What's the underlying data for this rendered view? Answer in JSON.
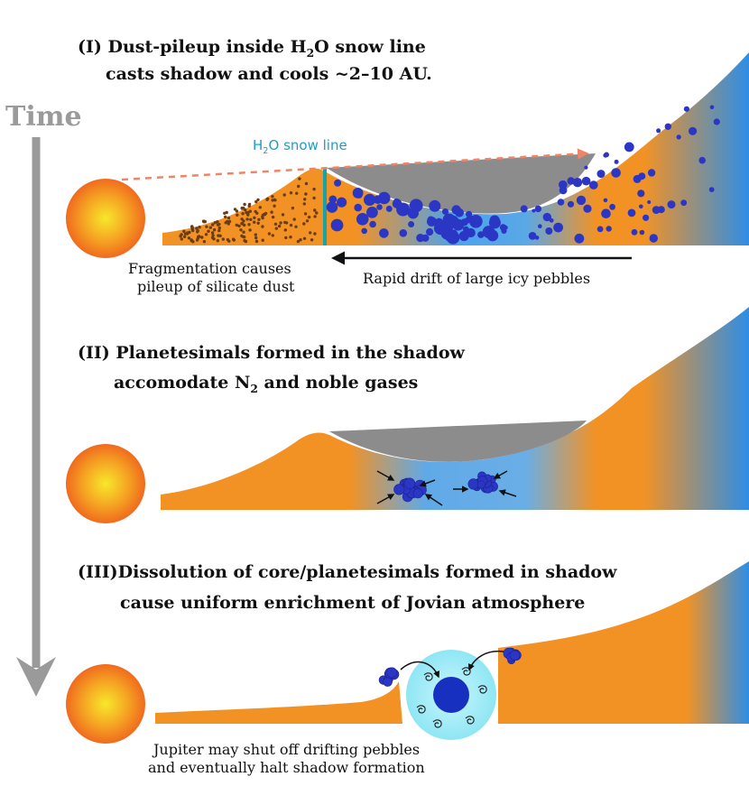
{
  "colors": {
    "disk_orange": "#f39224",
    "disk_blue": "#2d8ee6",
    "shadow_gray": "#8c8c8c",
    "pebble_blue": "#2b36c4",
    "dust_brown": "#6b3d12",
    "snow_line_teal": "#14a3a8",
    "snow_label": "#1aa0c8",
    "ray_salmon": "#f08466",
    "time_gray": "#9a9a9a",
    "gap_cyan": "#9eeaf5",
    "sun_center": "#f7e82a",
    "sun_edge": "#f06a1e"
  },
  "time": {
    "label": "Time"
  },
  "panel1": {
    "number": "(I)",
    "title_pre": "Dust-pileup inside H",
    "title_sub": "2",
    "title_post": "O snow line",
    "title_line2": "casts shadow and cools ~2–10 AU.",
    "snow_pre": "H",
    "snow_sub": "2",
    "snow_post": "O snow line",
    "frag_line1": "Fragmentation causes",
    "frag_line2": "pileup of silicate dust",
    "drift": "Rapid drift of large icy pebbles"
  },
  "panel2": {
    "number": "(II)",
    "title": "Planetesimals formed in the shadow",
    "line2_pre": "accomodate N",
    "line2_sub": "2",
    "line2_post": " and noble gases"
  },
  "panel3": {
    "number": "(III)",
    "title": "Dissolution of core/planetesimals formed in shadow",
    "line2": "cause uniform enrichment of Jovian atmosphere",
    "note_line1": "Jupiter may shut off drifting pebbles",
    "note_line2": "and eventually halt shadow formation"
  }
}
